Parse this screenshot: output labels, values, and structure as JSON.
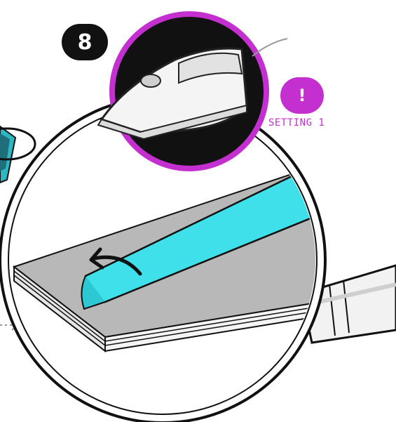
{
  "step": {
    "number": "8"
  },
  "alert": {
    "symbol": "!",
    "setting_label": "SETTING 1"
  },
  "illustration": {
    "subject": "iron-on-edge-banding",
    "tools": [
      "iron-icon",
      "magnifier-icon",
      "arrow-icon"
    ]
  },
  "colors": {
    "accent": "#c42fd0",
    "tape": "#3fe0ea",
    "board": "#b9b9b9",
    "ink": "#111111"
  }
}
